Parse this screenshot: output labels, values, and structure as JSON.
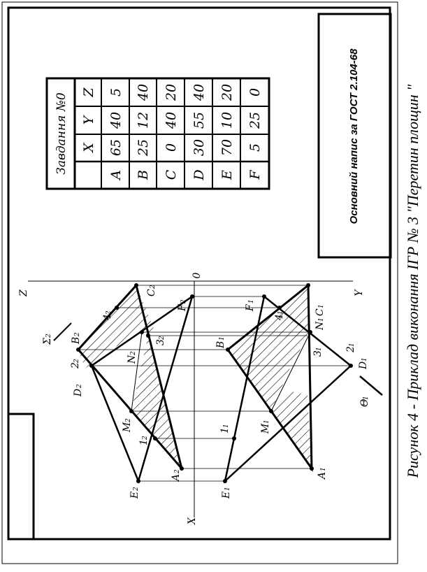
{
  "caption": "Рисунок 4 - Приклад виконання ІГР № 3 \"Перетин площин \"",
  "title_block": "Основний напис за ГОСТ 2.104-68",
  "table": {
    "title": "Завдання №0",
    "header": [
      "",
      "X",
      "Y",
      "Z"
    ],
    "rows": [
      [
        "A",
        "65",
        "40",
        "5"
      ],
      [
        "B",
        "25",
        "12",
        "40"
      ],
      [
        "C",
        "0",
        "40",
        "20"
      ],
      [
        "D",
        "30",
        "55",
        "40"
      ],
      [
        "E",
        "70",
        "10",
        "20"
      ],
      [
        "F",
        "5",
        "25",
        "0"
      ]
    ]
  },
  "axes": {
    "z": "Z",
    "o": "0",
    "y": "Y",
    "x": "X"
  },
  "labels": {
    "A2": "A",
    "B2": "B",
    "C2": "C",
    "D2": "D",
    "E2": "E",
    "F2": "F",
    "A1": "A",
    "B1": "B",
    "C1": "C",
    "D1": "D",
    "E1": "E",
    "F1": "F",
    "M2": "M",
    "N2": "N",
    "M1": "M",
    "N1": "N",
    "n1_2": "1",
    "n2_2": "2",
    "n3_2": "3",
    "n4_2": "4",
    "n1_1": "1",
    "n2_1": "2",
    "n3_1": "3",
    "n4_1": "4",
    "sigma": "Σ",
    "theta": "Θ",
    "sub1": "1",
    "sub2": "2"
  }
}
